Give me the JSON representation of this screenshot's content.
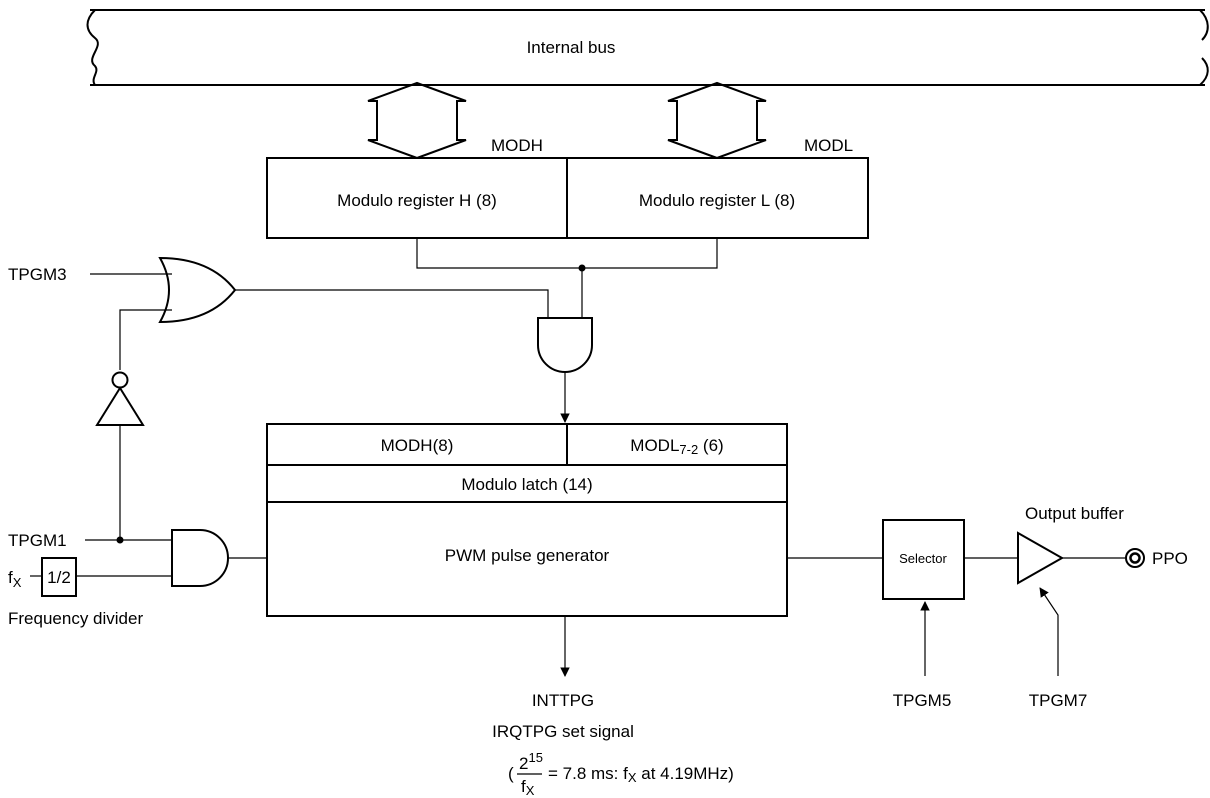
{
  "bus": {
    "label": "Internal bus"
  },
  "modulo_registers": {
    "h_tag": "MODH",
    "l_tag": "MODL",
    "h_label": "Modulo register H (8)",
    "l_label": "Modulo register L (8)"
  },
  "inputs": {
    "tpgm3": "TPGM3",
    "tpgm1": "TPGM1",
    "fx": "f",
    "fx_sub": "X",
    "divider_value": "1/2",
    "divider_caption": "Frequency divider"
  },
  "latch": {
    "modh": "MODH(8)",
    "modl_prefix": "MODL",
    "modl_sub": "7-2",
    "modl_suffix": " (6)",
    "title": "Modulo latch (14)"
  },
  "generator": {
    "label": "PWM pulse generator"
  },
  "selector": {
    "label": "Selector",
    "control": "TPGM5"
  },
  "output": {
    "buffer_caption": "Output buffer",
    "control": "TPGM7",
    "pin": "PPO"
  },
  "interrupt": {
    "name": "INTTPG",
    "set_signal": "IRQTPG set signal",
    "formula": {
      "open": "(",
      "numerator_base": "2",
      "numerator_exp": "15",
      "denominator": "f",
      "denominator_sub": "X",
      "rest": " = 7.8 ms: f",
      "rest_sub": "X",
      "tail": " at 4.19MHz)"
    }
  }
}
